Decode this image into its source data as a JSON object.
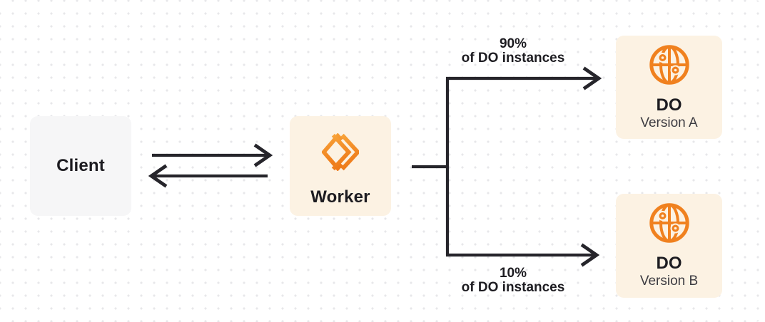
{
  "colors": {
    "bg_color": "#ffffff",
    "dot_color": "#e7e7ea",
    "box_gray": "#f6f6f7",
    "box_cream": "#fcf2e3",
    "line_dark": "#26252b",
    "text_dark": "#1d1c21",
    "text_sub": "#3c3b41",
    "orange": "#f0811f",
    "orange_light": "#f8a339",
    "orange_deep": "#ee7a19"
  },
  "nodes": {
    "client": {
      "label": "Client"
    },
    "worker": {
      "label": "Worker",
      "icon": "workers-logo-icon"
    },
    "do_version_a": {
      "title": "DO",
      "subtitle": "Version A",
      "icon": "globe-icon"
    },
    "do_version_b": {
      "title": "DO",
      "subtitle": "Version B",
      "icon": "globe-icon"
    }
  },
  "edges": {
    "branch_top": {
      "percent": "90%",
      "caption": "of DO instances"
    },
    "branch_bottom": {
      "percent": "10%",
      "caption": "of DO instances"
    }
  }
}
